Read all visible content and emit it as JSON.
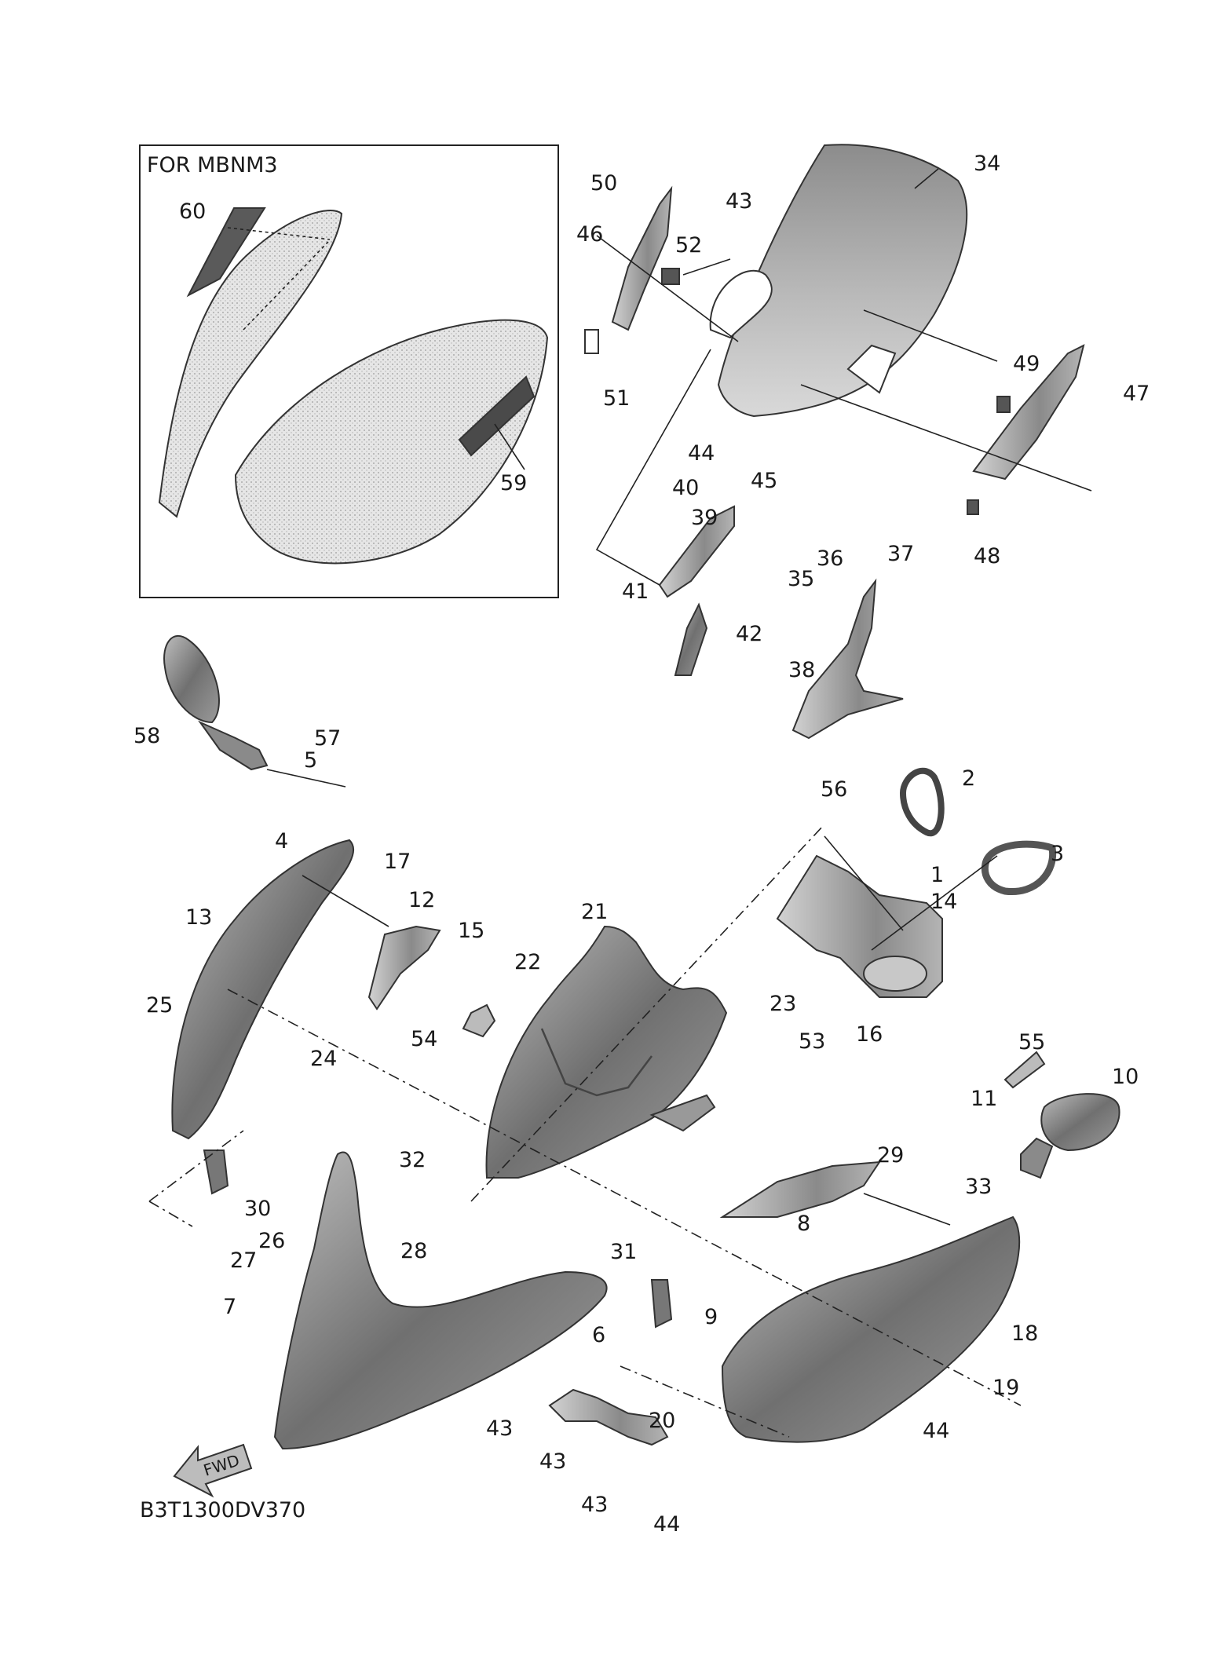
{
  "inset": {
    "title": "FOR MBNM3"
  },
  "diagram_code": "B3T1300DV370",
  "fwd_label": "FWD",
  "callouts": [
    "60",
    "59",
    "34",
    "50",
    "46",
    "43",
    "52",
    "51",
    "49",
    "47",
    "48",
    "44",
    "45",
    "40",
    "39",
    "41",
    "42",
    "36",
    "37",
    "35",
    "38",
    "56",
    "58",
    "57",
    "5",
    "4",
    "2",
    "3",
    "1",
    "14",
    "16",
    "17",
    "12",
    "15",
    "13",
    "25",
    "24",
    "21",
    "22",
    "23",
    "54",
    "53",
    "55",
    "10",
    "11",
    "29",
    "8",
    "32",
    "33",
    "30",
    "27",
    "26",
    "28",
    "31",
    "7",
    "6",
    "9",
    "18",
    "19",
    "20"
  ],
  "colors": {
    "line": "#222222",
    "part_dark": "#6e6e6e",
    "part_mid": "#9a9a9a",
    "part_light": "#cfcfcf",
    "inset_part": "#dcdcdc"
  }
}
